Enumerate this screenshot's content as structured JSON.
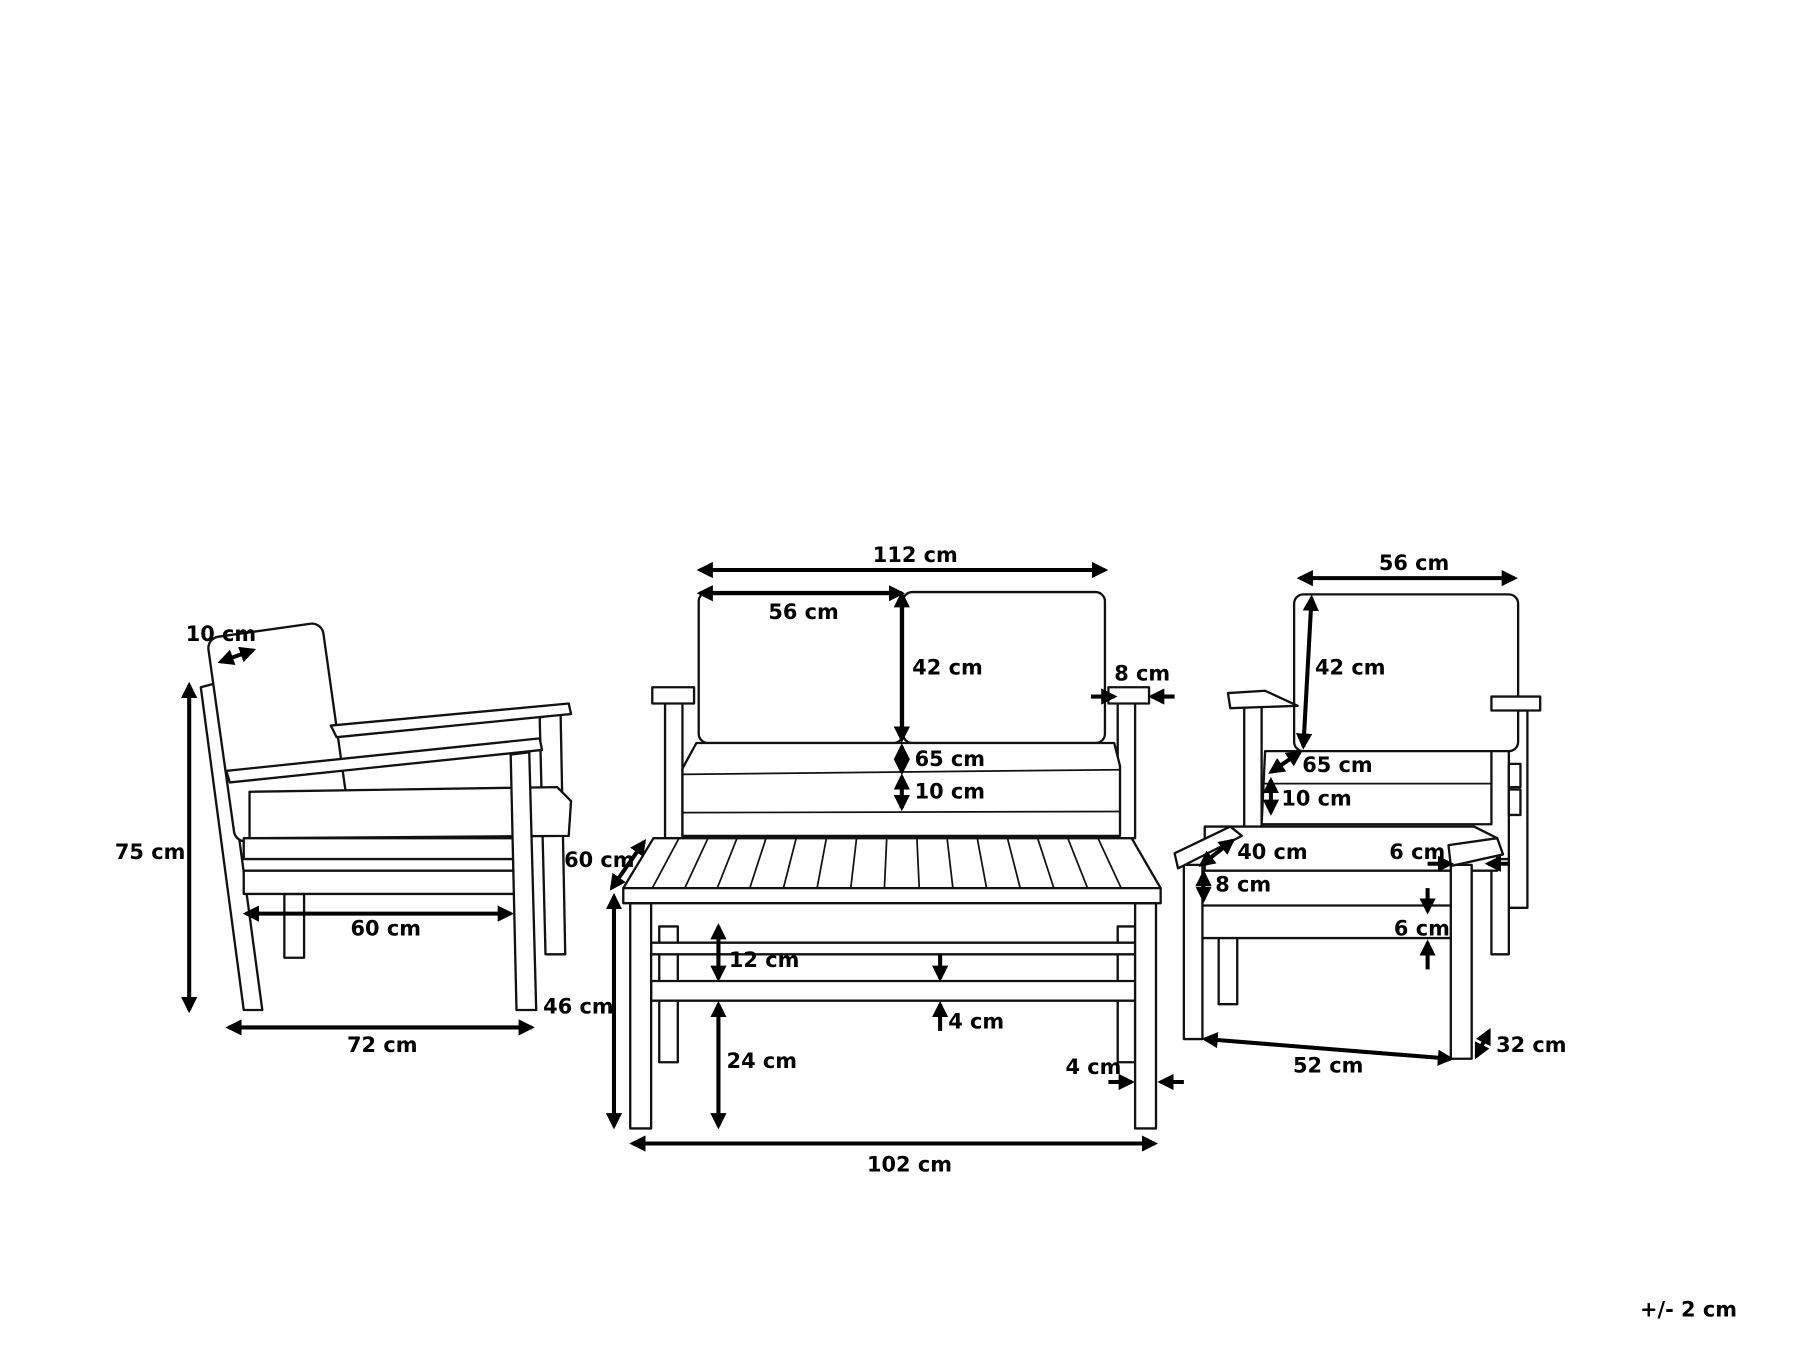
{
  "armchair_side": {
    "back_thickness": "10 cm",
    "height": "75 cm",
    "seat_depth": "60 cm",
    "depth": "72 cm"
  },
  "sofa": {
    "width": "112 cm",
    "cushion_width": "56 cm",
    "back_height": "42 cm",
    "seat_height": "65 cm",
    "cushion_thickness": "10 cm",
    "arm_width": "8 cm"
  },
  "table": {
    "depth": "60 cm",
    "height": "46 cm",
    "shelf_gap": "12 cm",
    "shelf_thickness": "4 cm",
    "shelf_height": "24 cm",
    "leg_width": "4 cm",
    "width": "102 cm"
  },
  "armchair_front": {
    "width": "56 cm",
    "back_height": "42 cm",
    "seat_height": "65 cm",
    "cushion_thickness": "10 cm"
  },
  "ottoman": {
    "depth": "40 cm",
    "frame_width": "6 cm",
    "cushion_thickness": "8 cm",
    "rail_height": "6 cm",
    "width": "52 cm",
    "side_depth": "32 cm"
  },
  "tolerance": "+/- 2 cm"
}
